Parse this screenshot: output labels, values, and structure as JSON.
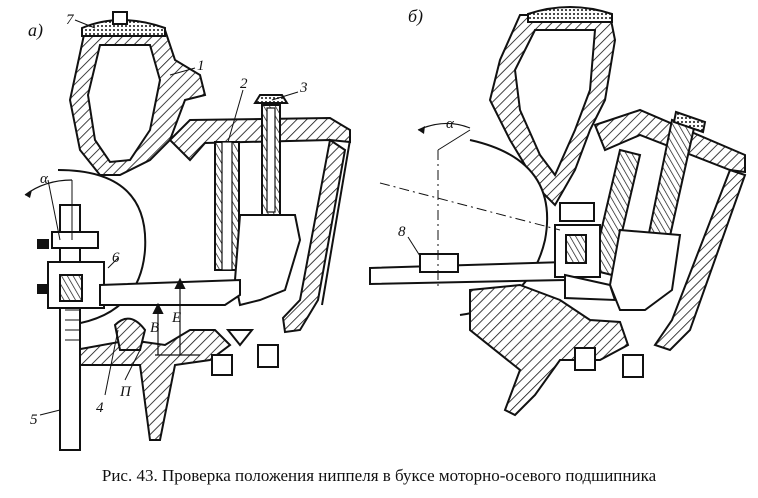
{
  "figure": {
    "caption": "Рис. 43. Проверка положения ниппеля в буксе моторно-осевого подшипника",
    "panels": [
      "а)",
      "б)"
    ],
    "callouts": {
      "c1": "1",
      "c2": "2",
      "c3": "3",
      "c4": "4",
      "c5": "5",
      "c6": "6",
      "c7": "7",
      "c8": "8",
      "cP": "П",
      "alphaA": "α",
      "alphaB": "α",
      "dimB": "В",
      "dimE": "Е"
    }
  }
}
